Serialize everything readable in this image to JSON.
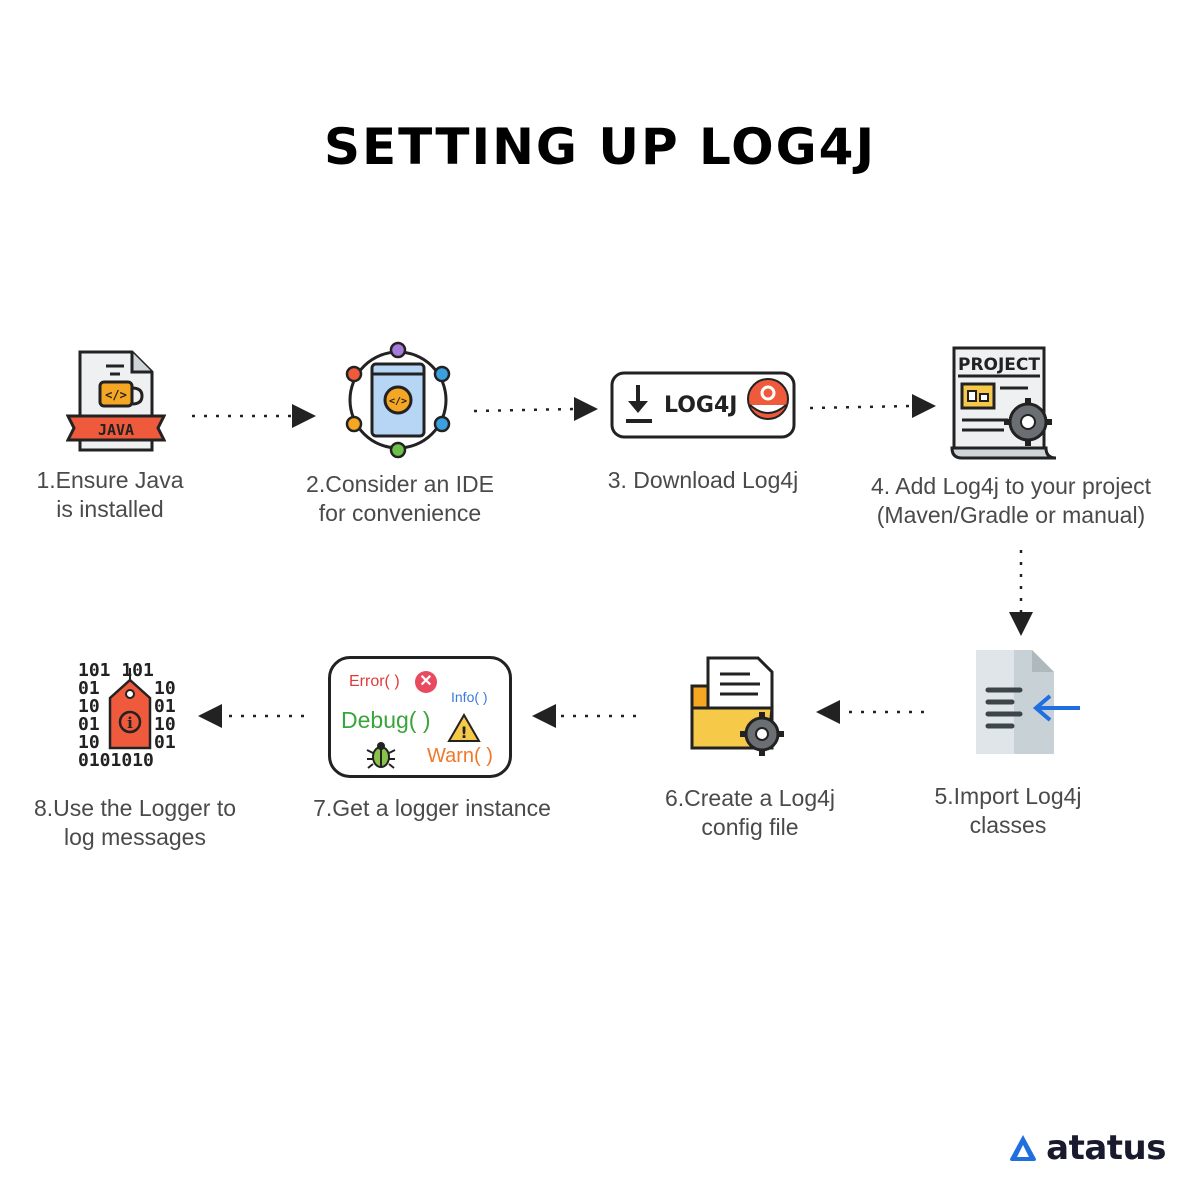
{
  "title": "SETTING UP LOG4J",
  "steps": [
    {
      "lines": [
        "1.Ensure Java",
        "is installed"
      ],
      "icon": "java-file-icon",
      "badge": "JAVA"
    },
    {
      "lines": [
        "2.Consider an IDE",
        "for convenience"
      ],
      "icon": "ide-icon"
    },
    {
      "lines": [
        "3. Download Log4j"
      ],
      "icon": "log4j-download-icon",
      "badge": "LOG4J"
    },
    {
      "lines": [
        "4. Add Log4j to your project",
        "(Maven/Gradle or manual)"
      ],
      "icon": "project-document-icon",
      "badge": "PROJECT"
    },
    {
      "lines": [
        "5.Import Log4j",
        "classes"
      ],
      "icon": "import-document-icon"
    },
    {
      "lines": [
        "6.Create a Log4j",
        "config file"
      ],
      "icon": "config-folder-icon"
    },
    {
      "lines": [
        "7.Get a logger instance"
      ],
      "icon": "logger-levels-icon"
    },
    {
      "lines": [
        "8.Use the Logger to",
        "log messages"
      ],
      "icon": "binary-info-tag-icon"
    }
  ],
  "logger_levels": {
    "error": "Error( )",
    "info": "Info( )",
    "debug": "Debug( )",
    "warn": "Warn( )"
  },
  "binary": {
    "row1": "101 101",
    "left": [
      "01",
      "10",
      "01",
      "10"
    ],
    "right": [
      "10",
      "01",
      "10",
      "01"
    ],
    "bottom": "0101010"
  },
  "brand": {
    "name": "atatus",
    "color": "#1f6fe0"
  },
  "colors": {
    "arrow": "#222222",
    "java_red": "#ef5a3c",
    "accent_orange": "#f5a623",
    "accent_yellow": "#f7c948"
  }
}
